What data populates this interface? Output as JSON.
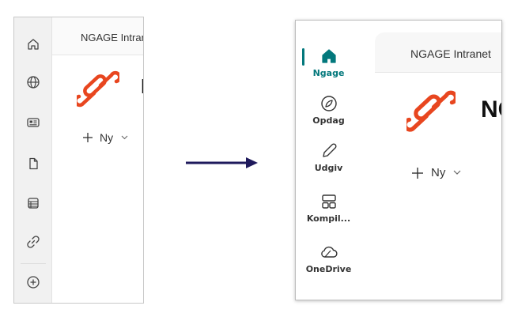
{
  "before": {
    "header_title": "NGAGE Intranet",
    "brand_text": "N",
    "new_button_label": "Ny",
    "rail_icons": [
      "home-icon",
      "globe-icon",
      "news-icon",
      "document-icon",
      "list-icon",
      "link-icon",
      "add-icon"
    ]
  },
  "after": {
    "header_title": "NGAGE Intranet",
    "brand_text": "NG",
    "new_button_label": "Ny",
    "nav_items": [
      {
        "label": "Ngage",
        "icon": "home-icon",
        "active": true
      },
      {
        "label": "Opdag",
        "icon": "compass-icon",
        "active": false
      },
      {
        "label": "Udgiv",
        "icon": "pen-icon",
        "active": false
      },
      {
        "label": "Kompil...",
        "icon": "layout-icon",
        "active": false
      },
      {
        "label": "OneDrive",
        "icon": "cloud-icon",
        "active": false
      }
    ]
  },
  "colors": {
    "accent": "#03787c",
    "logo": "#e8461f",
    "arrow": "#1f1a5c"
  }
}
